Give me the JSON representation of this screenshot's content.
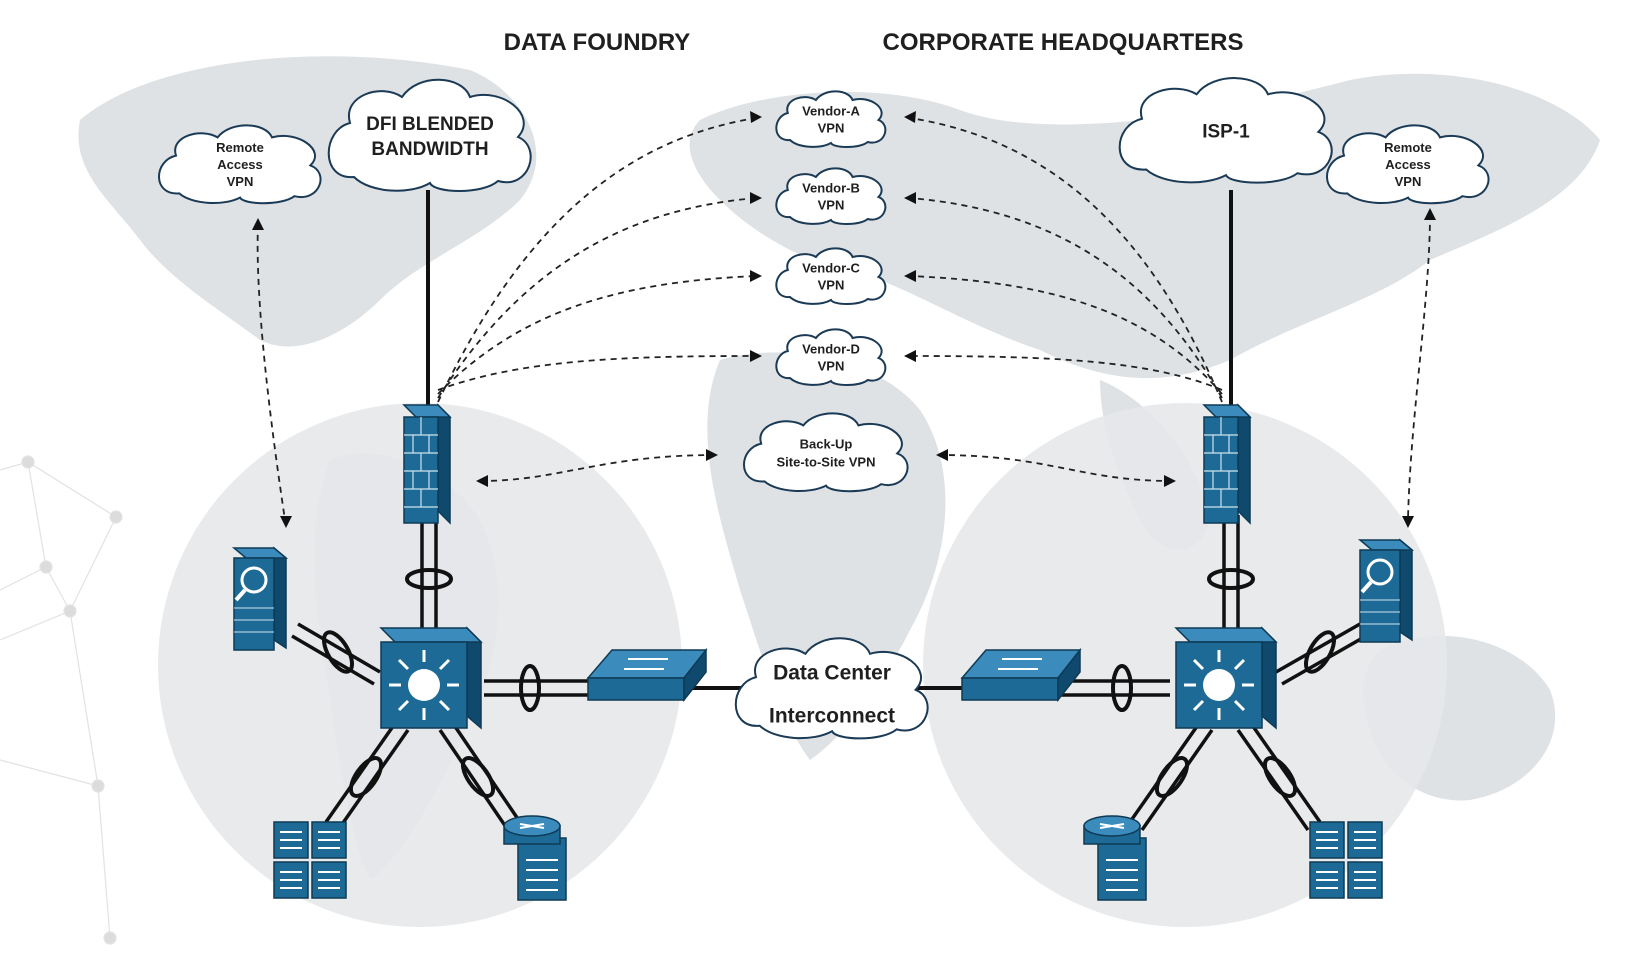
{
  "titles": {
    "left": "DATA FOUNDRY",
    "right": "CORPORATE HEADQUARTERS"
  },
  "clouds": {
    "dfi": [
      "DFI BLENDED",
      "BANDWIDTH"
    ],
    "remote_left": [
      "Remote",
      "Access",
      "VPN"
    ],
    "isp": [
      "ISP-1"
    ],
    "remote_right": [
      "Remote",
      "Access",
      "VPN"
    ],
    "vendor_a": [
      "Vendor-A",
      "VPN"
    ],
    "vendor_b": [
      "Vendor-B",
      "VPN"
    ],
    "vendor_c": [
      "Vendor-C",
      "VPN"
    ],
    "vendor_d": [
      "Vendor-D",
      "VPN"
    ],
    "backup": [
      "Back-Up",
      "Site-to-Site VPN"
    ],
    "datacenter": [
      "Data Center",
      "Interconnect"
    ]
  },
  "colors": {
    "device_blue": "#1d6a96",
    "device_dark": "#0f4a6e",
    "globe": "#e4e6e8",
    "map": "#d9dcdf"
  }
}
